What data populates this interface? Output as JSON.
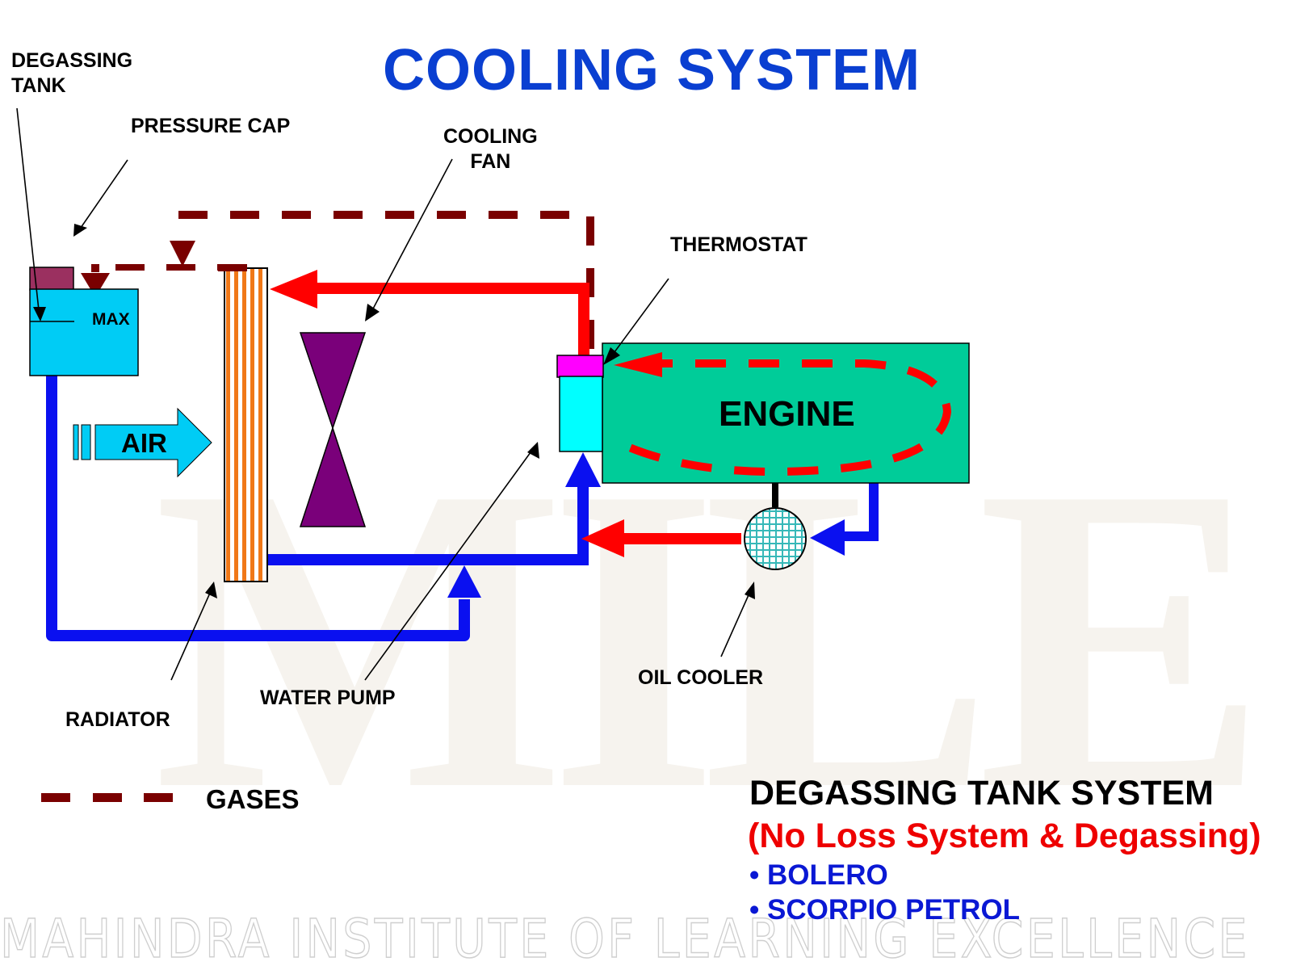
{
  "title": "COOLING SYSTEM",
  "watermark": {
    "letters": "MILE",
    "footer": "MAHINDRA INSTITUTE OF LEARNING EXCELLENCE"
  },
  "labels": {
    "degassing_tank": [
      "DEGASSING",
      "TANK"
    ],
    "pressure_cap": "PRESSURE CAP",
    "cooling_fan": [
      "COOLING",
      "FAN"
    ],
    "thermostat": "THERMOSTAT",
    "max": "MAX",
    "air": "AIR",
    "engine": "ENGINE",
    "radiator": "RADIATOR",
    "water_pump": "WATER PUMP",
    "oil_cooler": "OIL COOLER"
  },
  "legend": {
    "gases_label": "GASES"
  },
  "notes": {
    "heading": "DEGASSING TANK SYSTEM",
    "subheading": "(No Loss System & Degassing)",
    "bullets": [
      "• BOLERO",
      "• SCORPIO PETROL"
    ]
  },
  "colors": {
    "title": "#0a3fd1",
    "cold_coolant": "#0a10f0",
    "hot_coolant": "#ff0000",
    "gases": "#7a0000",
    "tank": "#00ccf5",
    "pressure_cap": "#9b3060",
    "radiator_stripe": "#f07818",
    "fan": "#7a007a",
    "engine": "#00cc99",
    "thermostat": "#ff00ff",
    "pump_housing": "#00ffff",
    "oil_cooler": "#36b8b8",
    "bullet_text": "#0a18d4"
  }
}
